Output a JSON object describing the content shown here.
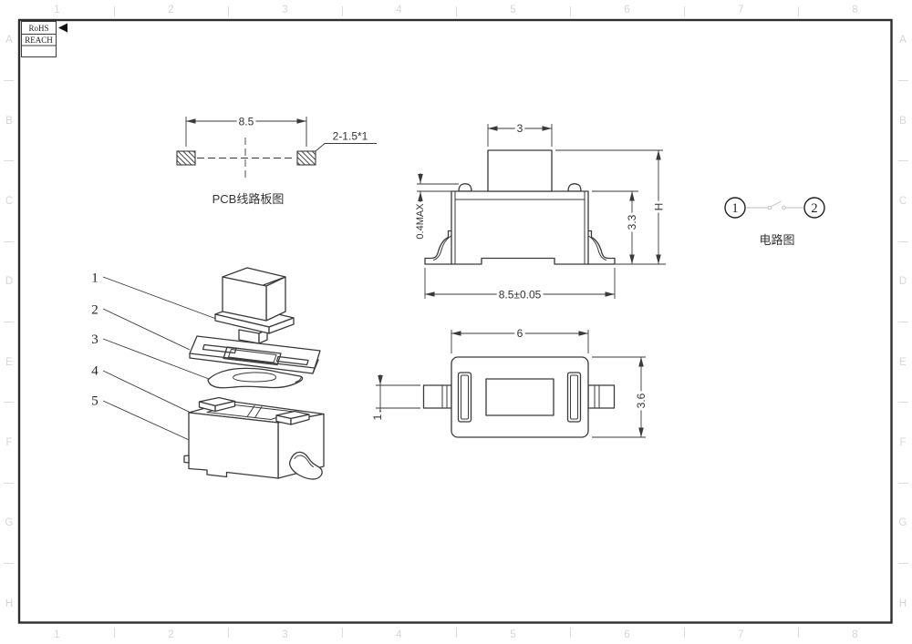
{
  "sheet": {
    "grid_cols": [
      "1",
      "2",
      "3",
      "4",
      "5",
      "6",
      "7",
      "8"
    ],
    "grid_rows": [
      "A",
      "B",
      "C",
      "D",
      "E",
      "F",
      "G",
      "H"
    ],
    "standards": [
      "RoHS",
      "REACH"
    ]
  },
  "pcb_view": {
    "title": "PCB线路板图",
    "dim_pitch": "8.5",
    "pad_note": "2-1.5*1"
  },
  "front_view": {
    "dim_stem_width": "3",
    "dim_bump_height": "0.4MAX",
    "dim_body_height": "3.3",
    "dim_total_height": "H",
    "dim_total_width": "8.5±0.05"
  },
  "circuit_view": {
    "title": "电路图",
    "terminal1": "1",
    "terminal2": "2"
  },
  "exploded_view": {
    "part_numbers": [
      "1",
      "2",
      "3",
      "4",
      "5"
    ]
  },
  "top_view": {
    "dim_width": "6",
    "dim_depth": "3.6",
    "dim_terminal_width": "1"
  },
  "colors": {
    "line": "#3a3a3a",
    "grid_label": "#d6d6d6",
    "marker": "#111111",
    "circuit_line": "#bdbdbd"
  }
}
